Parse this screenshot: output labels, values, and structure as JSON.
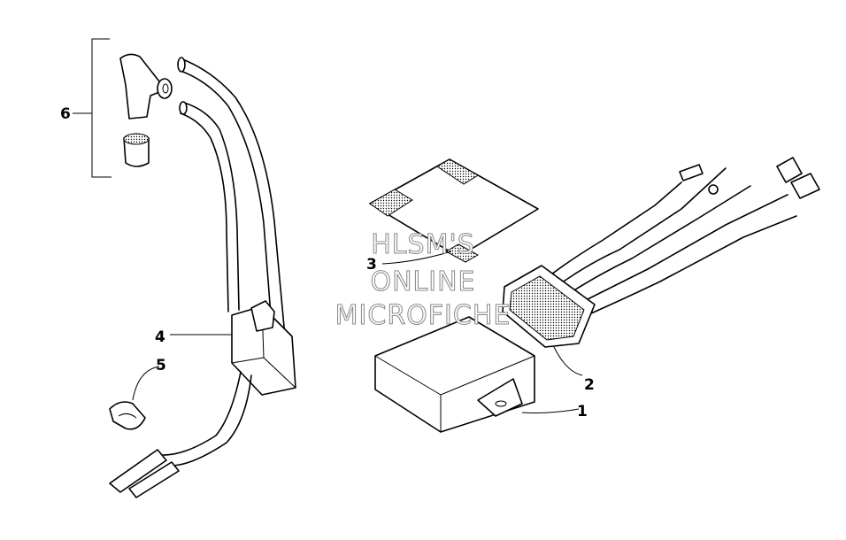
{
  "callouts": {
    "c1": "1",
    "c2": "2",
    "c3": "3",
    "c4": "4",
    "c5": "5",
    "c6": "6"
  },
  "watermark": {
    "line1": "HLSM'S",
    "line2": "ONLINE",
    "line3": "MICROFICHE"
  }
}
